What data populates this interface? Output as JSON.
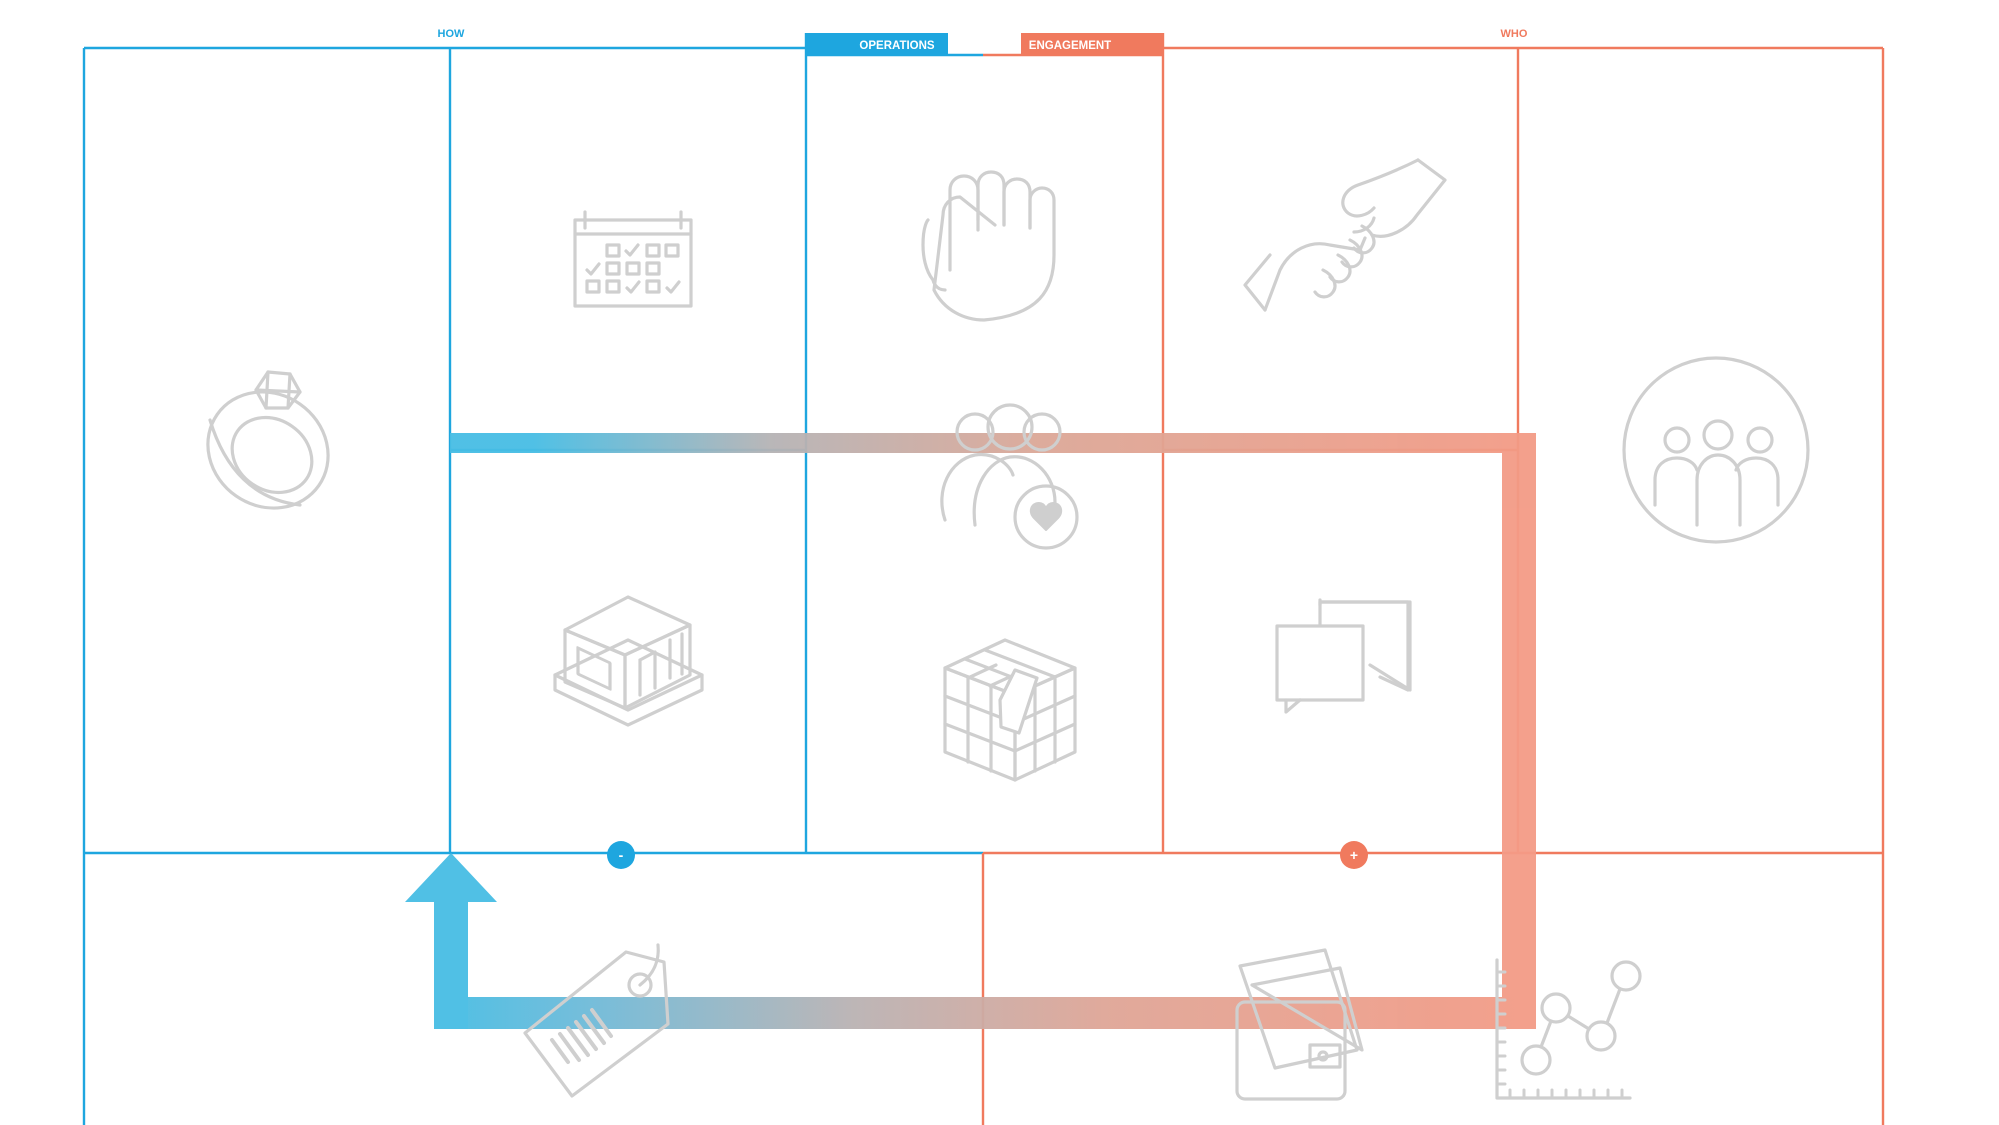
{
  "labels": {
    "how": "HOW",
    "who": "WHO",
    "operations": "OPERATIONS",
    "engagement": "ENGAGEMENT",
    "minus": "-",
    "plus": "+"
  },
  "colors": {
    "blue": "#1ea6df",
    "orange": "#f07a5e",
    "arrow_blue": "#47bde4",
    "arrow_orange": "#f39b86",
    "icon_gray": "#cfcfcf"
  },
  "icons": [
    "ring-icon",
    "calendar-icon",
    "building-icon",
    "fist-icon",
    "community-heart-icon",
    "cube-icon",
    "handshake-icon",
    "chat-icon",
    "customer-group-icon",
    "price-tag-icon",
    "wallet-icon",
    "line-graph-icon"
  ]
}
